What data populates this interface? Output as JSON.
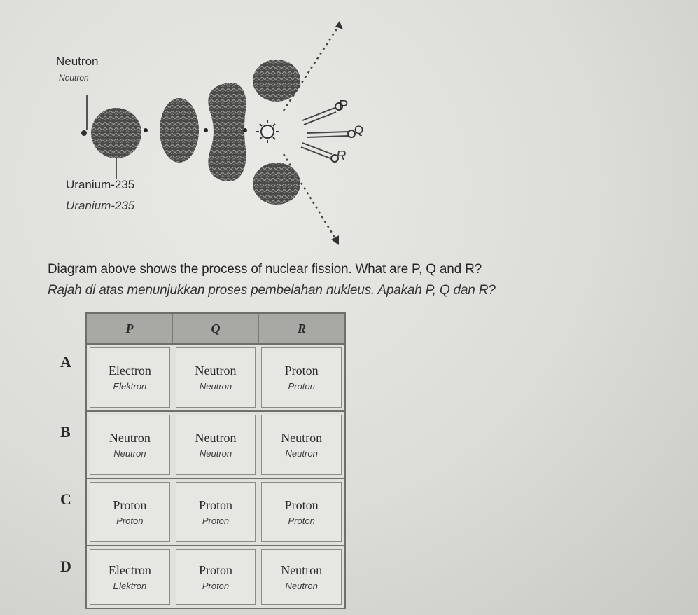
{
  "diagram": {
    "neutron_label": "Neutron",
    "neutron_label_my": "Neutron",
    "uranium_label": "Uranium-235",
    "uranium_label_my": "Uranium-235",
    "p_label": "P",
    "q_label": "Q",
    "r_label": "R"
  },
  "question": {
    "en": "Diagram above shows the process of nuclear fission. What are P, Q and R?",
    "my": "Rajah di atas menunjukkan proses pembelahan  nukleus. Apakah P, Q dan R?"
  },
  "table": {
    "headers": [
      "P",
      "Q",
      "R"
    ],
    "rows": [
      {
        "option": "A",
        "cells": [
          {
            "en": "Electron",
            "my": "Elektron"
          },
          {
            "en": "Neutron",
            "my": "Neutron"
          },
          {
            "en": "Proton",
            "my": "Proton"
          }
        ]
      },
      {
        "option": "B",
        "cells": [
          {
            "en": "Neutron",
            "my": "Neutron"
          },
          {
            "en": "Neutron",
            "my": "Neutron"
          },
          {
            "en": "Neutron",
            "my": "Neutron"
          }
        ]
      },
      {
        "option": "C",
        "cells": [
          {
            "en": "Proton",
            "my": "Proton"
          },
          {
            "en": "Proton",
            "my": "Proton"
          },
          {
            "en": "Proton",
            "my": "Proton"
          }
        ]
      },
      {
        "option": "D",
        "cells": [
          {
            "en": "Electron",
            "my": "Elektron"
          },
          {
            "en": "Proton",
            "my": "Proton"
          },
          {
            "en": "Neutron",
            "my": "Neutron"
          }
        ]
      }
    ]
  }
}
